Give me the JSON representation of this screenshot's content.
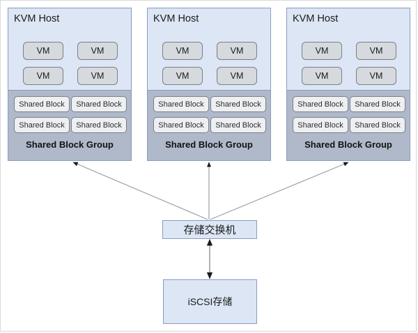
{
  "diagram": {
    "title_hidden": "",
    "colors": {
      "host_fill": "#dce6f5",
      "host_border": "#8a9bbd",
      "group_fill": "#b0b9ca",
      "vm_fill": "#d6d9dd",
      "block_fill": "#edeff1",
      "connector": "#9aa0a6",
      "page_border": "#d9d9d9"
    },
    "hosts": [
      {
        "title": "KVM Host",
        "vms": [
          "VM",
          "VM",
          "VM",
          "VM"
        ],
        "blocks": [
          "Shared Block",
          "Shared Block",
          "Shared Block",
          "Shared Block"
        ],
        "group_label": "Shared Block Group"
      },
      {
        "title": "KVM Host",
        "vms": [
          "VM",
          "VM",
          "VM",
          "VM"
        ],
        "blocks": [
          "Shared Block",
          "Shared Block",
          "Shared Block",
          "Shared Block"
        ],
        "group_label": "Shared Block Group"
      },
      {
        "title": "KVM Host",
        "vms": [
          "VM",
          "VM",
          "VM",
          "VM"
        ],
        "blocks": [
          "Shared Block",
          "Shared Block",
          "Shared Block",
          "Shared Block"
        ],
        "group_label": "Shared Block Group"
      }
    ],
    "switch": {
      "label": "存储交换机"
    },
    "storage": {
      "label": "iSCSI存储"
    },
    "connections": [
      {
        "from": "switch",
        "to": "host-1",
        "arrow": "single"
      },
      {
        "from": "switch",
        "to": "host-2",
        "arrow": "single"
      },
      {
        "from": "switch",
        "to": "host-3",
        "arrow": "single"
      },
      {
        "from": "switch",
        "to": "storage",
        "arrow": "double"
      }
    ]
  }
}
